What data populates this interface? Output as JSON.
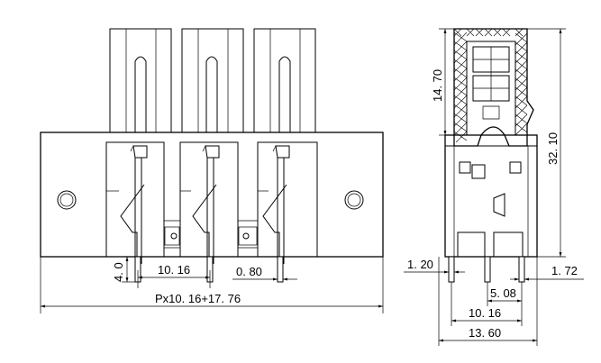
{
  "dimensions": {
    "pin_height": "4. 0",
    "pitch": "10. 16",
    "pin_width": "0. 80",
    "total_length": "Px10. 16+17. 76",
    "top_height": "14. 70",
    "overall_height": "32. 10",
    "left_offset": "1. 20",
    "right_offset": "1. 72",
    "pin_spacing": "5. 08",
    "side_pitch": "10. 16",
    "overall_width": "13. 60"
  },
  "colors": {
    "line": "#000000",
    "background": "#ffffff"
  }
}
